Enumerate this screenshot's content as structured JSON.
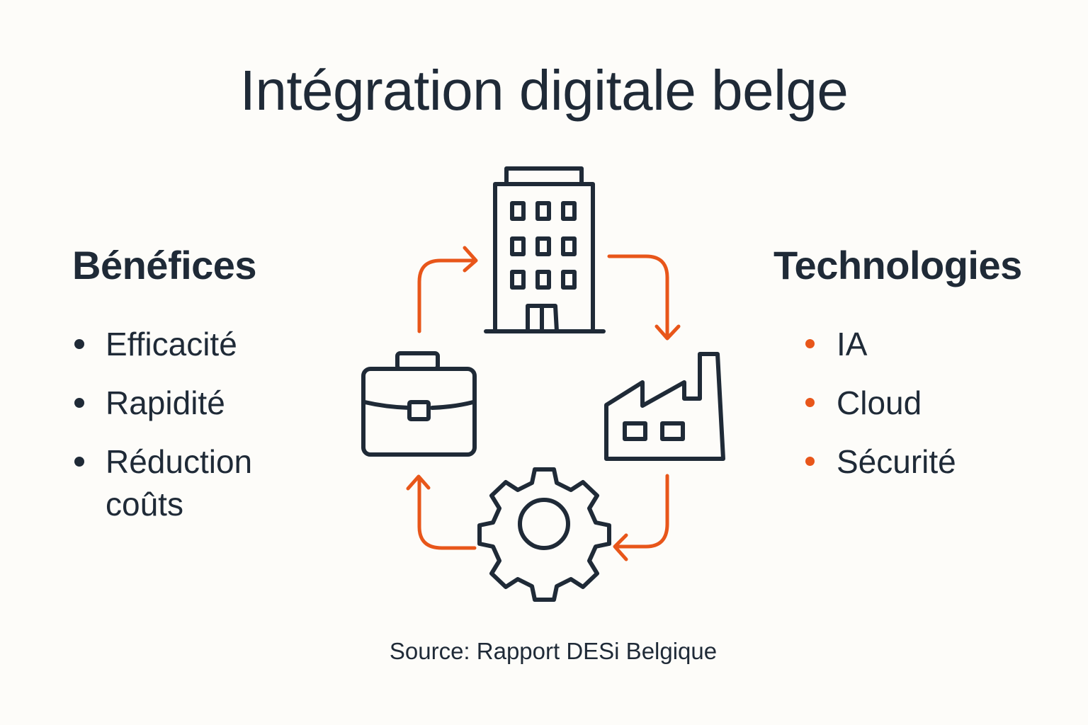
{
  "title": "Intégration digitale belge",
  "benefits": {
    "heading": "Bénéfices",
    "items": [
      {
        "label": "Efficacité"
      },
      {
        "label": "Rapidité"
      },
      {
        "label": "Réduction coûts"
      }
    ]
  },
  "technologies": {
    "heading": "Technologies",
    "items": [
      {
        "label": "IA"
      },
      {
        "label": "Cloud"
      },
      {
        "label": "Sécurité"
      }
    ]
  },
  "cycle": {
    "nodes": [
      {
        "icon": "office-building-icon",
        "position": "top"
      },
      {
        "icon": "factory-icon",
        "position": "right"
      },
      {
        "icon": "gear-icon",
        "position": "bottom"
      },
      {
        "icon": "briefcase-icon",
        "position": "left"
      }
    ],
    "arrows": [
      {
        "from": "office-building",
        "to": "factory",
        "direction": "clockwise"
      },
      {
        "from": "factory",
        "to": "gear",
        "direction": "clockwise"
      },
      {
        "from": "gear",
        "to": "briefcase",
        "direction": "clockwise"
      },
      {
        "from": "briefcase",
        "to": "office-building",
        "direction": "clockwise"
      }
    ]
  },
  "colors": {
    "background": "#fdfcf9",
    "text": "#1f2a37",
    "accent": "#e8561a"
  },
  "source": "Source: Rapport DESi Belgique"
}
